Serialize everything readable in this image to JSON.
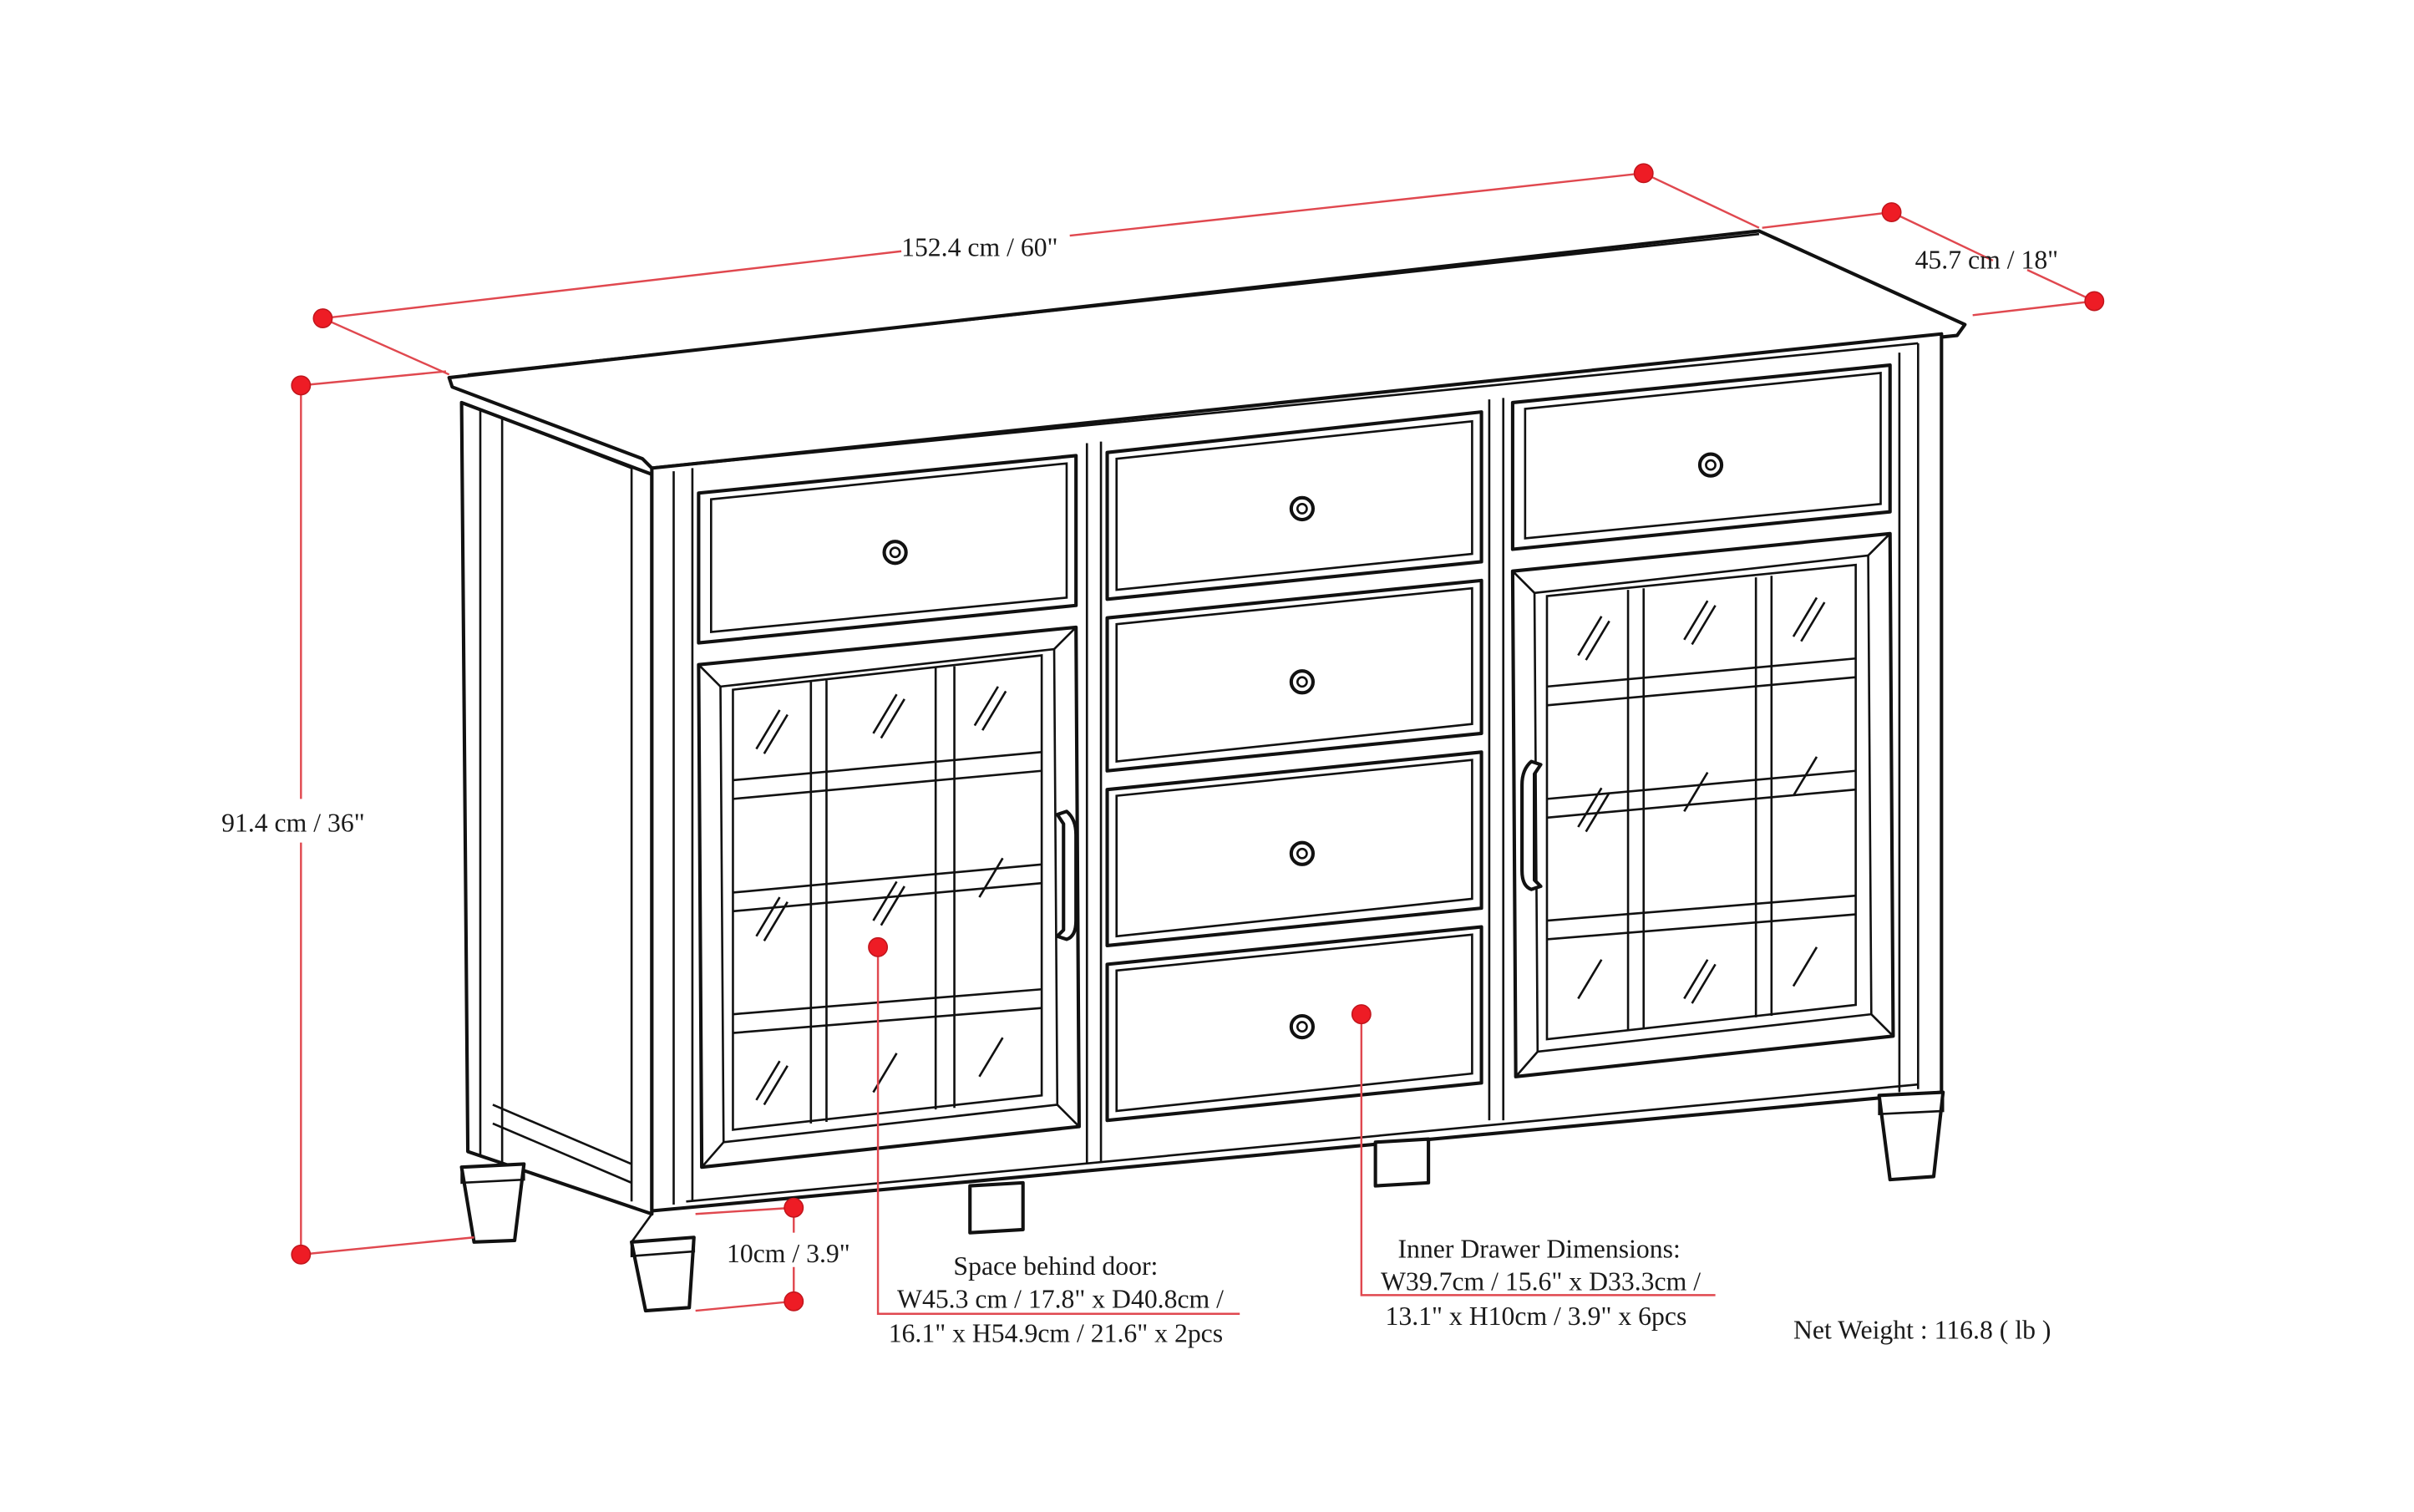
{
  "diagram": {
    "type": "furniture-dimension-drawing",
    "subject": "sideboard with 6 drawers and 2 glass doors",
    "colors": {
      "dimension_line": "#e0484f",
      "dimension_dot": "#ee1c25",
      "outline": "#111111",
      "background": "#ffffff"
    }
  },
  "dimensions": {
    "width": "152.4 cm / 60\"",
    "depth": "45.7 cm / 18\"",
    "height": "91.4 cm / 36\"",
    "leg_clearance": "10cm / 3.9\""
  },
  "callouts": {
    "door_space": {
      "title": "Space behind door:",
      "line1": "W45.3 cm / 17.8\" x D40.8cm /",
      "line2": "16.1\" x H54.9cm / 21.6\" x 2pcs"
    },
    "drawer": {
      "title": "Inner Drawer Dimensions:",
      "line1": "W39.7cm / 15.6\" x D33.3cm /",
      "line2": "13.1\" x H10cm / 3.9\" x 6pcs"
    }
  },
  "net_weight": "Net Weight : 116.8 ( lb )"
}
